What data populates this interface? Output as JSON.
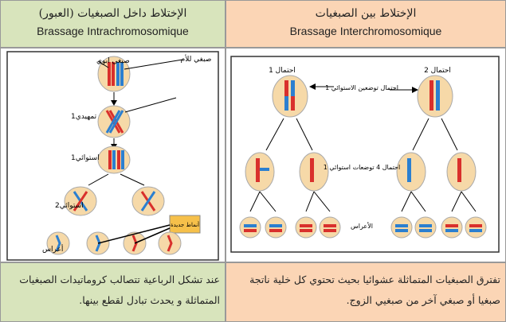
{
  "headers": {
    "left": {
      "arabic": "الإختلاط  داخل الصبغيات (العبور)",
      "french": "Brassage Intrachromosomique"
    },
    "right": {
      "arabic": "الإختلاط بين الصبغيات",
      "french": "Brassage Interchromosomique"
    }
  },
  "left_diagram": {
    "label_paternal": "صبغي ابوي",
    "label_maternal": "صبغي للأم",
    "label_prophase": "تمهيدي1",
    "label_metaphase": "استوائي1",
    "label_metaphase2": "استوائي2",
    "label_gametes": "أعراس",
    "label_new_combos": "أنماط جديدة"
  },
  "right_diagram": {
    "label_option1": "احتمال 1",
    "label_option2": "احتمال 2",
    "label_placement": "احتمال توضعين الاستوائي 1",
    "label_four_placements": "احتمال 4 توضعات استوائي 1",
    "label_gametes": "الأعراس"
  },
  "footers": {
    "left": "عند تشكل الرباعية تتصالب كروماتيدات الصبغيات المتماثلة و يحدث تبادل لقطع بينها.",
    "right": "تفترق الصبغيات المتماثلة عشوائيا بحيث تحتوي كل خلية ناتجة صبغيا أو صبغي آخر من صبغيي الزوج."
  },
  "colors": {
    "green_bg": "#d8e4bc",
    "peach_bg": "#fbd5b5",
    "red_chrom": "#d9302c",
    "blue_chrom": "#2b7fd0",
    "cell": "#f6d9a8"
  }
}
